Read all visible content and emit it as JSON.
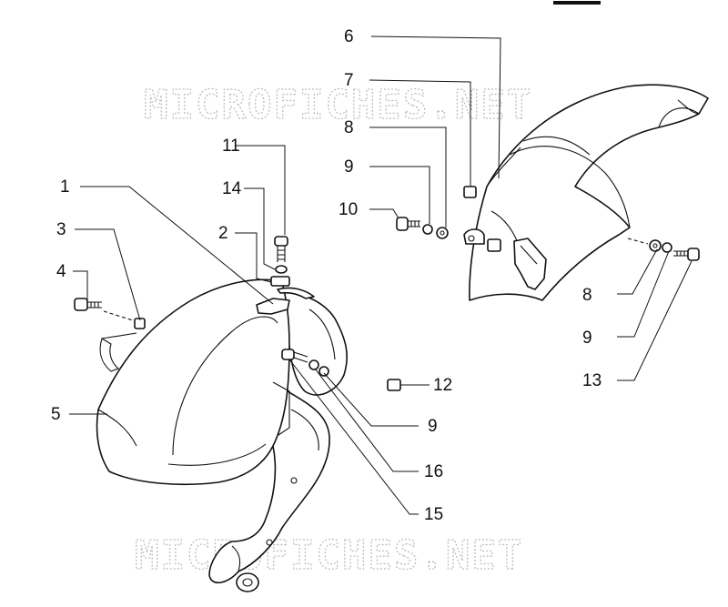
{
  "watermark": {
    "top": "MICROFICHES.NET",
    "bottom": "MICROFICHES.NET"
  },
  "callouts": {
    "c1": "1",
    "c2": "2",
    "c3": "3",
    "c4": "4",
    "c5": "5",
    "c6": "6",
    "c7": "7",
    "c8a": "8",
    "c8b": "8",
    "c9a": "9",
    "c9b": "9",
    "c9c": "9",
    "c10": "10",
    "c11": "11",
    "c12": "12",
    "c13": "13",
    "c14": "14",
    "c15": "15",
    "c16": "16"
  },
  "colors": {
    "line": "#111111",
    "watermark": "#bdbdbd",
    "background": "#ffffff"
  }
}
